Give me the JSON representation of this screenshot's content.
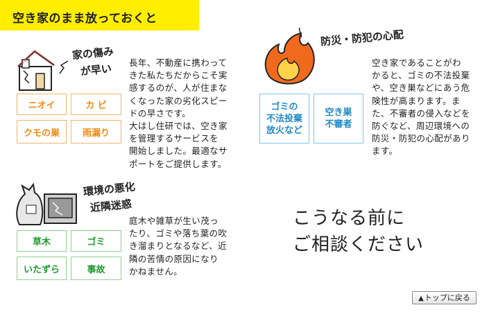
{
  "banner": {
    "title": "空き家のまま放っておくと"
  },
  "house_section": {
    "heading": [
      "家の傷み",
      "が早い"
    ],
    "tags": [
      "ニオイ",
      "カ ビ",
      "クモの巣",
      "雨漏り"
    ],
    "paragraph": [
      "長年、不動産に携わって",
      "きた私たちだからこそ実",
      "感するのが、人が住まな",
      "くなった家の劣化スピー",
      "ドの早さです。",
      "大はし住研では、空き家",
      "を管理するサービスを",
      "開始しました。最適なサ",
      "ポートをご提供します。"
    ]
  },
  "fire_section": {
    "heading": "防災・防犯の心配",
    "tags": [
      [
        "ゴミの",
        "不法投棄",
        "放火など"
      ],
      [
        "空き巣",
        "不審者"
      ]
    ],
    "paragraph": [
      "空き家であることがわ",
      "かると、ゴミの不法投棄",
      "や、空き巣などにあう危",
      "険性が高まります。ま",
      "た、不審者の侵入などを",
      "防ぐなど、周辺環境への",
      "防災・防犯の心配があり",
      "ます。"
    ]
  },
  "env_section": {
    "heading": [
      "環境の悪化",
      "近隣迷惑"
    ],
    "tags": [
      "草木",
      "ゴミ",
      "いたずら",
      "事故"
    ],
    "paragraph": [
      "庭木や雑草が生い茂っ",
      "たり、ゴミや落ち葉の吹",
      "き溜まりとなるなど、近",
      "隣の苦情の原因になり",
      "かねません。"
    ]
  },
  "message": [
    "こうなる前に",
    "ご相談ください"
  ],
  "top_button": {
    "arrow": "▲",
    "label": "トップに戻る"
  },
  "colors": {
    "banner": "#ffee00",
    "orange_tag": "#f08a14",
    "green_tag": "#1f9a2e",
    "blue_tag": "#1f89c7",
    "flame": "#f06a1e"
  }
}
